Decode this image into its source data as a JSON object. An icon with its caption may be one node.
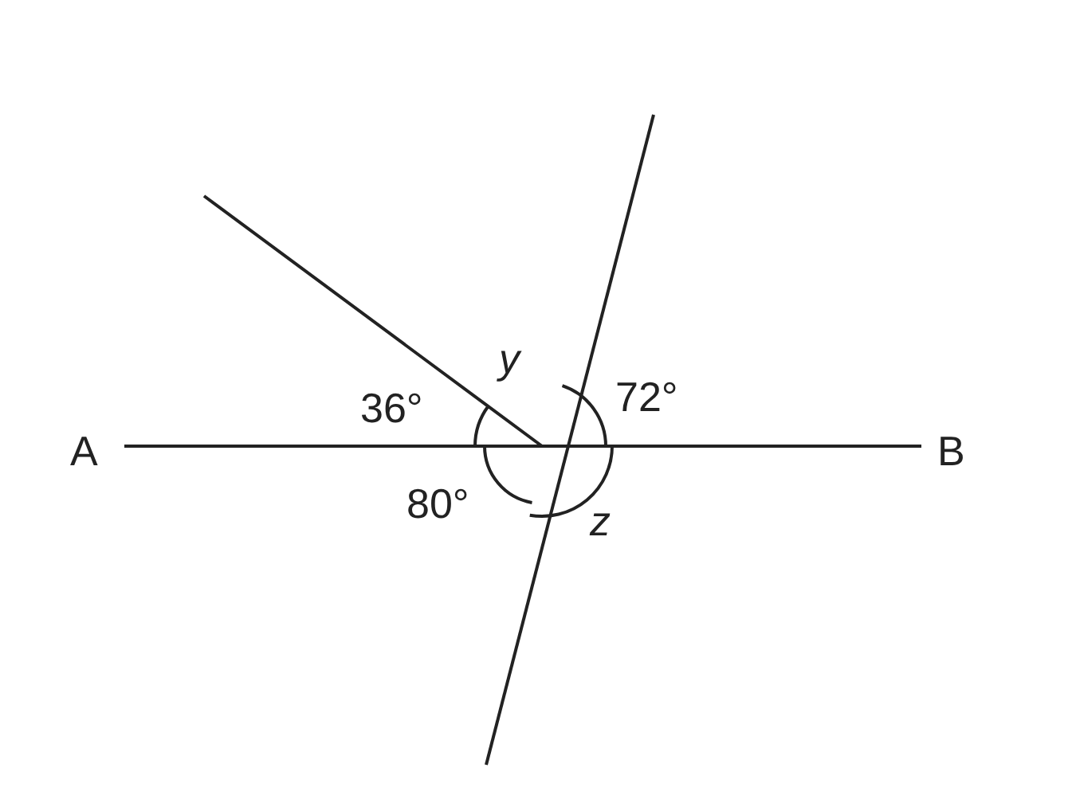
{
  "diagram": {
    "labels": [
      "y",
      "72°",
      "36°",
      "A",
      "B",
      "80°",
      "z"
    ]
  }
}
